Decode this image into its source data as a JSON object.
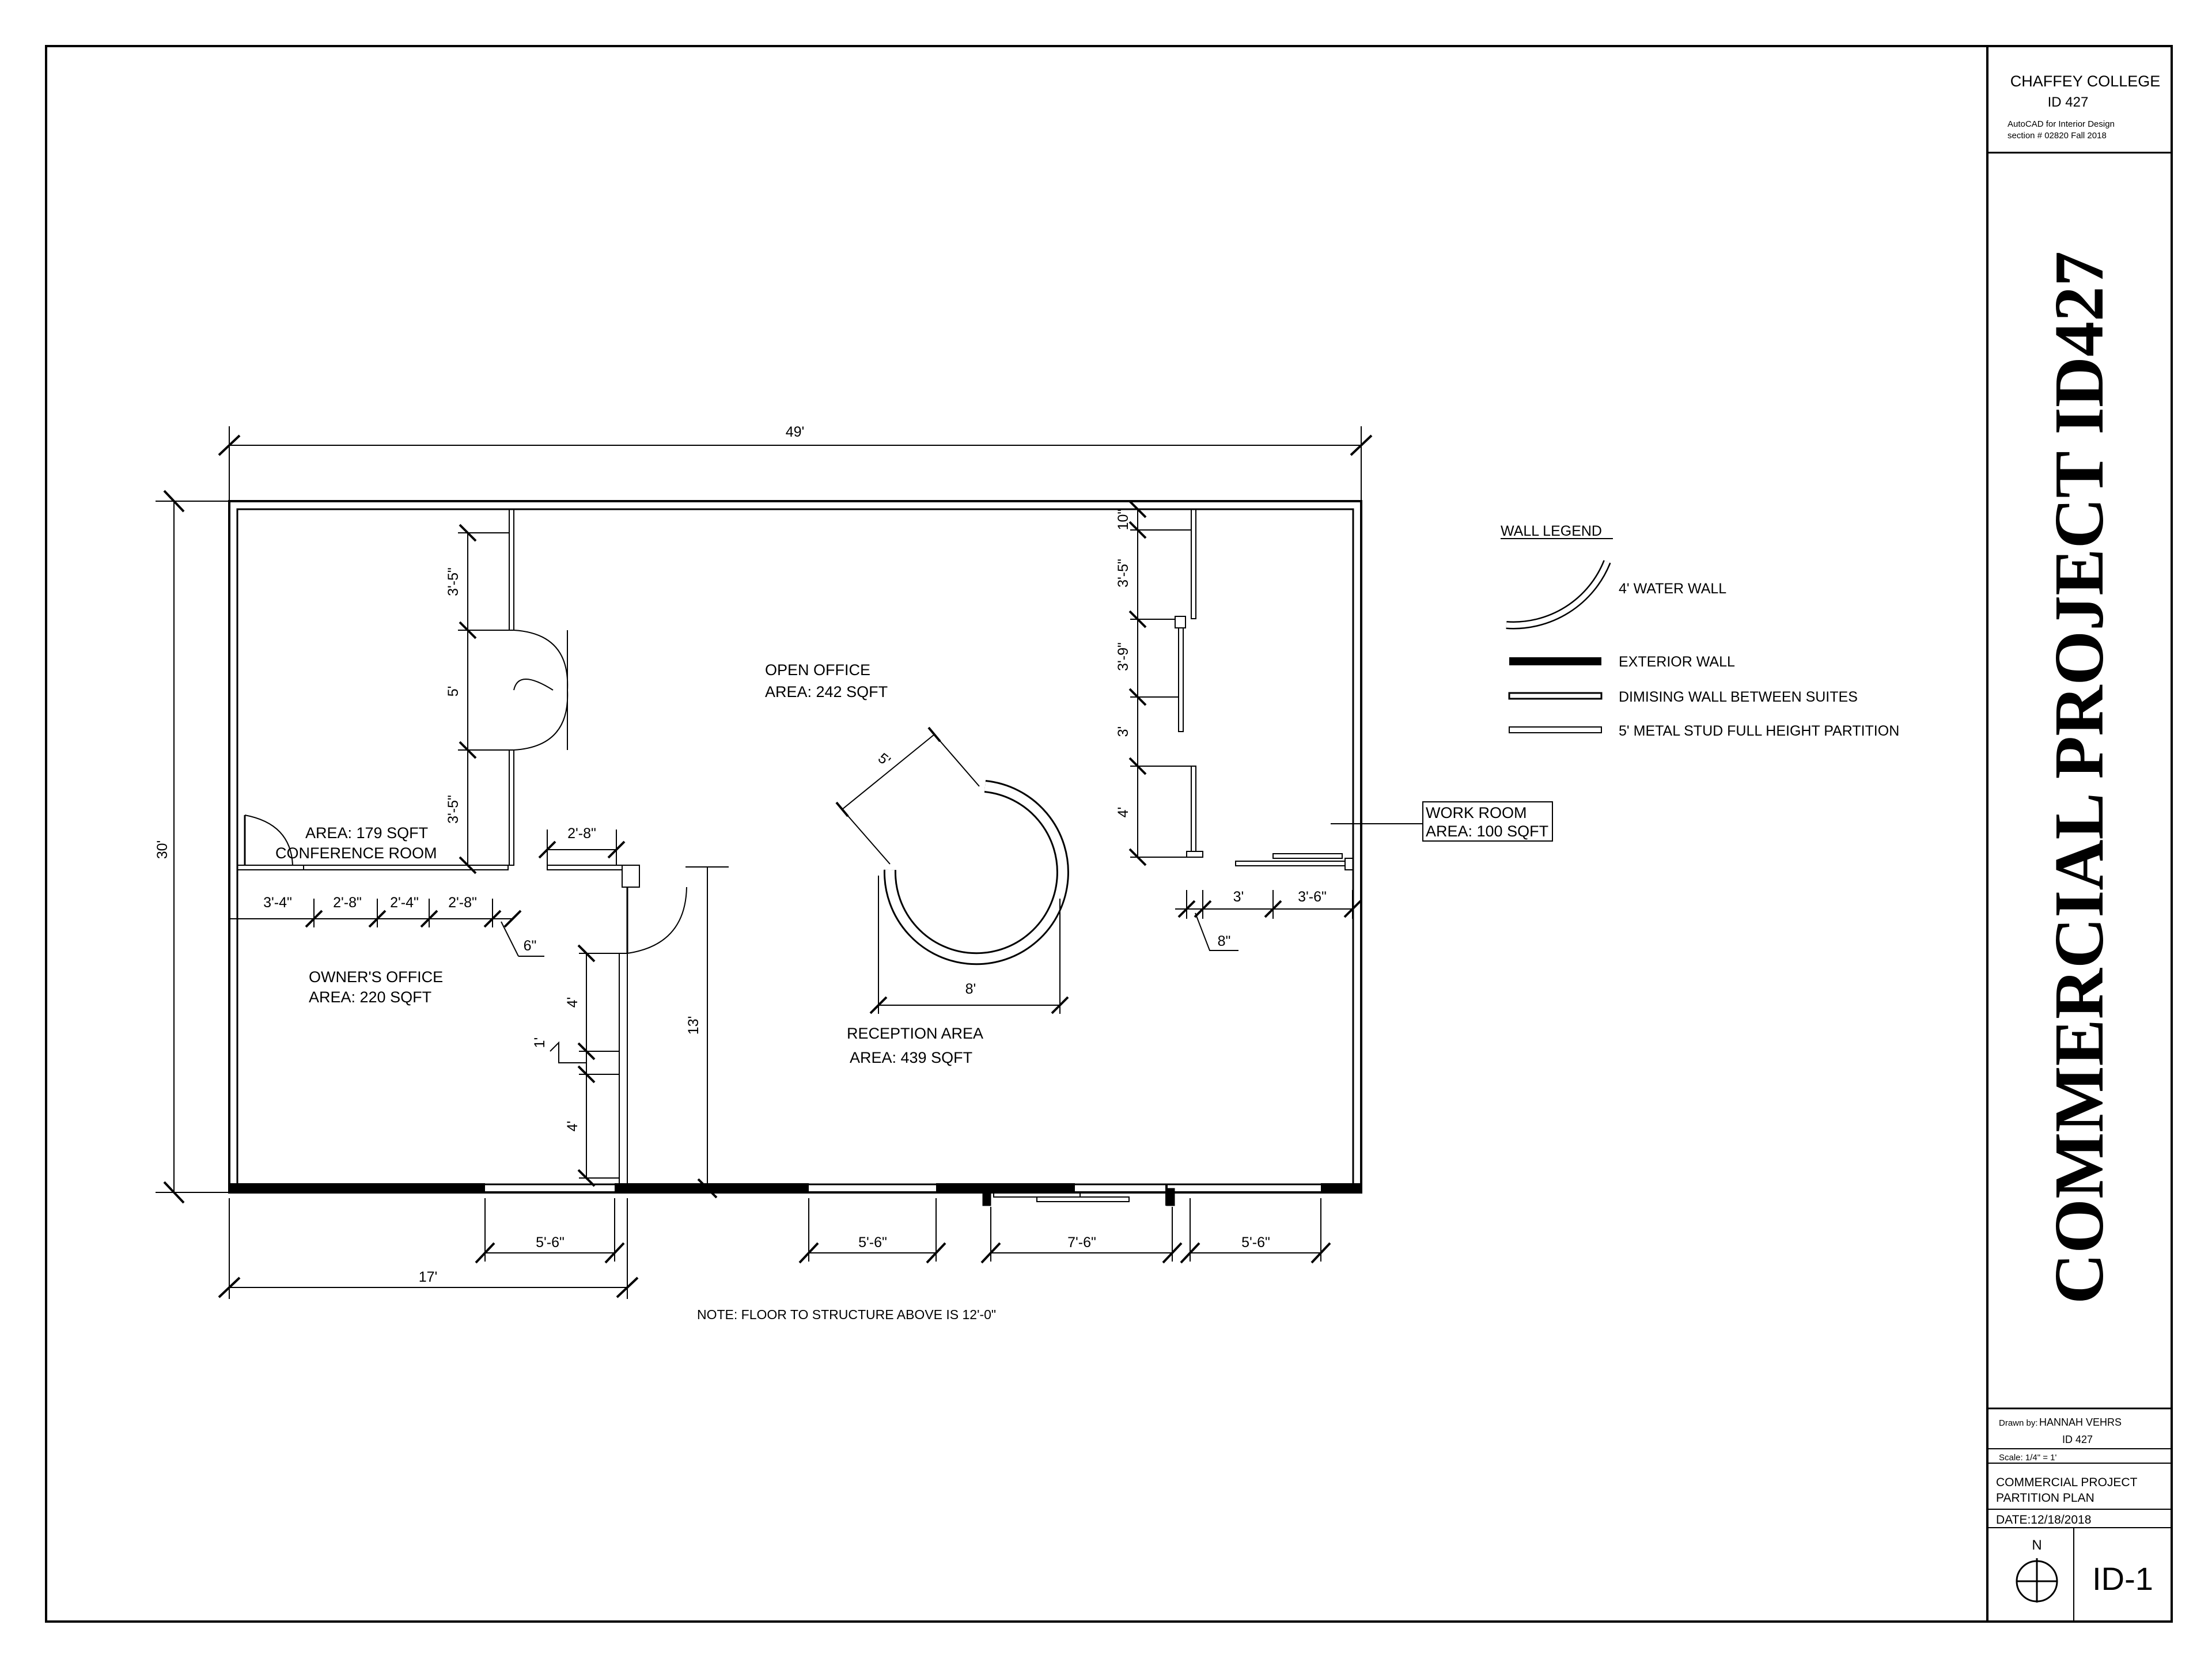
{
  "title_block": {
    "school": "CHAFFEY COLLEGE",
    "course": "ID 427",
    "course_desc": "AutoCAD for Interior Design",
    "section": "section # 02820  Fall 2018",
    "project_title": "COMMERCIAL PROJECT ID427",
    "drawn_by_label": "Drawn by:",
    "drawn_by_name": "HANNAH VEHRS",
    "drawn_by_course": "ID 427",
    "scale": "Scale: 1/4\" = 1'",
    "sheet_title_1": "COMMERCIAL PROJECT",
    "sheet_title_2": "PARTITION PLAN",
    "date": "DATE:12/18/2018",
    "north": "N",
    "sheet_number": "ID-1"
  },
  "legend": {
    "title": "WALL LEGEND",
    "water_wall": "4' WATER WALL",
    "exterior": "EXTERIOR WALL",
    "demising": "DIMISING WALL BETWEEN SUITES",
    "partition": "5' METAL STUD FULL HEIGHT PARTITION"
  },
  "rooms": {
    "open_office": "OPEN OFFICE",
    "open_office_area": "AREA: 242 SQFT",
    "conference": "CONFERENCE ROOM",
    "conference_area": "AREA: 179 SQFT",
    "owners_office": "OWNER'S OFFICE",
    "owners_office_area": "AREA: 220 SQFT",
    "reception": "RECEPTION AREA",
    "reception_area": "AREA: 439 SQFT",
    "work_room": "WORK ROOM",
    "work_room_area": "AREA: 100 SQFT"
  },
  "dimensions": {
    "overall_width": "49'",
    "overall_height": "30'",
    "left_bottom": "17'",
    "win1": "5'-6\"",
    "win2": "5'-6\"",
    "entry": "7'-6\"",
    "win3": "5'-6\"",
    "conf_top": "3'-5\"",
    "conf_door": "5'",
    "conf_bottom": "3'-5\"",
    "conf_door2": "2'-8\"",
    "seg1": "3'-4\"",
    "seg2": "2'-8\"",
    "seg3": "2'-4\"",
    "seg4": "2'-8\"",
    "six": "6\"",
    "own_4a": "4'",
    "own_1": "1'",
    "own_4b": "4'",
    "own_13": "13'",
    "wr_10": "10\"",
    "wr_35": "3'-5\"",
    "wr_39": "3'-9\"",
    "wr_3": "3'",
    "wr_4": "4'",
    "wr_b3": "3'",
    "wr_b36": "3'-6\"",
    "wr_8": "8\"",
    "rec_5": "5'",
    "rec_8": "8'"
  },
  "note": "NOTE: FLOOR TO STRUCTURE ABOVE IS 12'-0\""
}
